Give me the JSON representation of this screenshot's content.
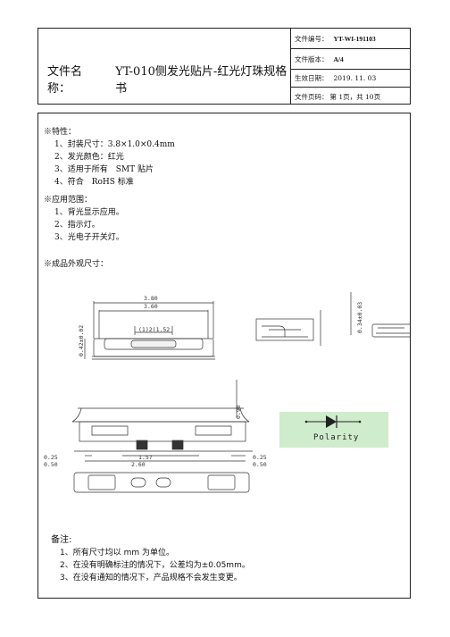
{
  "header": {
    "title_label": "文件名称：",
    "title": "YT-010侧发光贴片-红光灯珠规格书",
    "doc_no_label": "文件编号：",
    "doc_no": "YT-WI-191103",
    "version_label": "文件版本：",
    "version": "A/4",
    "date_label": "生效日期：",
    "date": "2019. 11. 03",
    "page_label": "文件页码：",
    "page_value": "第 1页，共 10页"
  },
  "features": {
    "title": "※特性：",
    "items": [
      "1、封装尺寸：3.8×1.0×0.4mm",
      "2、发光颜色：红光",
      "3、适用于所有　SMT 贴片",
      "4、符合　RoHS 标准"
    ]
  },
  "applications": {
    "title": "※应用范围：",
    "items": [
      "1、背光显示应用。",
      "2、指示灯。",
      "3、光电子开关灯。"
    ]
  },
  "appearance": {
    "title": "※成品外观尺寸："
  },
  "drawing": {
    "dims": {
      "d1": "3.80",
      "d2": "3.60",
      "d3": "(1)2(1.52",
      "d4": "0.42±0.02",
      "d5": "0.34±0.03",
      "d6": "0.90",
      "d7": "0.25",
      "d8": "0.50",
      "d9": "1.57",
      "d10": "2.60",
      "d11": "0.25",
      "d12": "0.50"
    },
    "polarity_label": "Polarity"
  },
  "notes": {
    "title": "备注:",
    "items": [
      "1、所有尺寸均以 mm 为单位。",
      "2、在没有明确标注的情况下，公差均为±0.05mm。",
      "3、在没有通知的情况下，产品规格不会发生变更。"
    ]
  }
}
